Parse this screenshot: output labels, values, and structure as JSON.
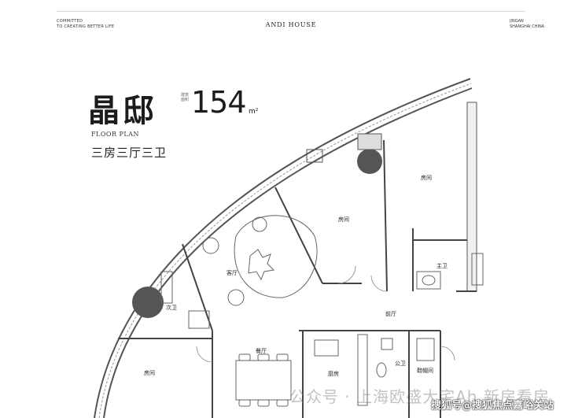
{
  "header": {
    "tagline_line1": "COMMITTED",
    "tagline_line2": "TO CREATING BETTER LIFE",
    "brand": "ANDI HOUSE",
    "location_line1": "JINGAN",
    "location_line2": "SHANGHAI CHINA"
  },
  "title": {
    "name": "晶邸",
    "area_tag": "建筑面积",
    "area_value": "154",
    "area_unit": "m²",
    "plan_label": "FLOOR PLAN",
    "layout": "三房三厅三卫"
  },
  "rooms": {
    "bedroom_top_right": "房间",
    "bedroom_mid": "房间",
    "living_room": "客厅",
    "master_bath": "主卫",
    "second_bath": "次卫",
    "foyer": "前厅",
    "dining": "餐厅",
    "bedroom_left": "房间",
    "kitchen": "厨房",
    "public_bath": "公卫",
    "shoe_room": "鞋帽间"
  },
  "watermarks": {
    "wechat": "公众号 · 上海欧盛大宅Ah 新房看房",
    "sohu": "搜狐号@搜狐焦点嘉峪关站"
  }
}
